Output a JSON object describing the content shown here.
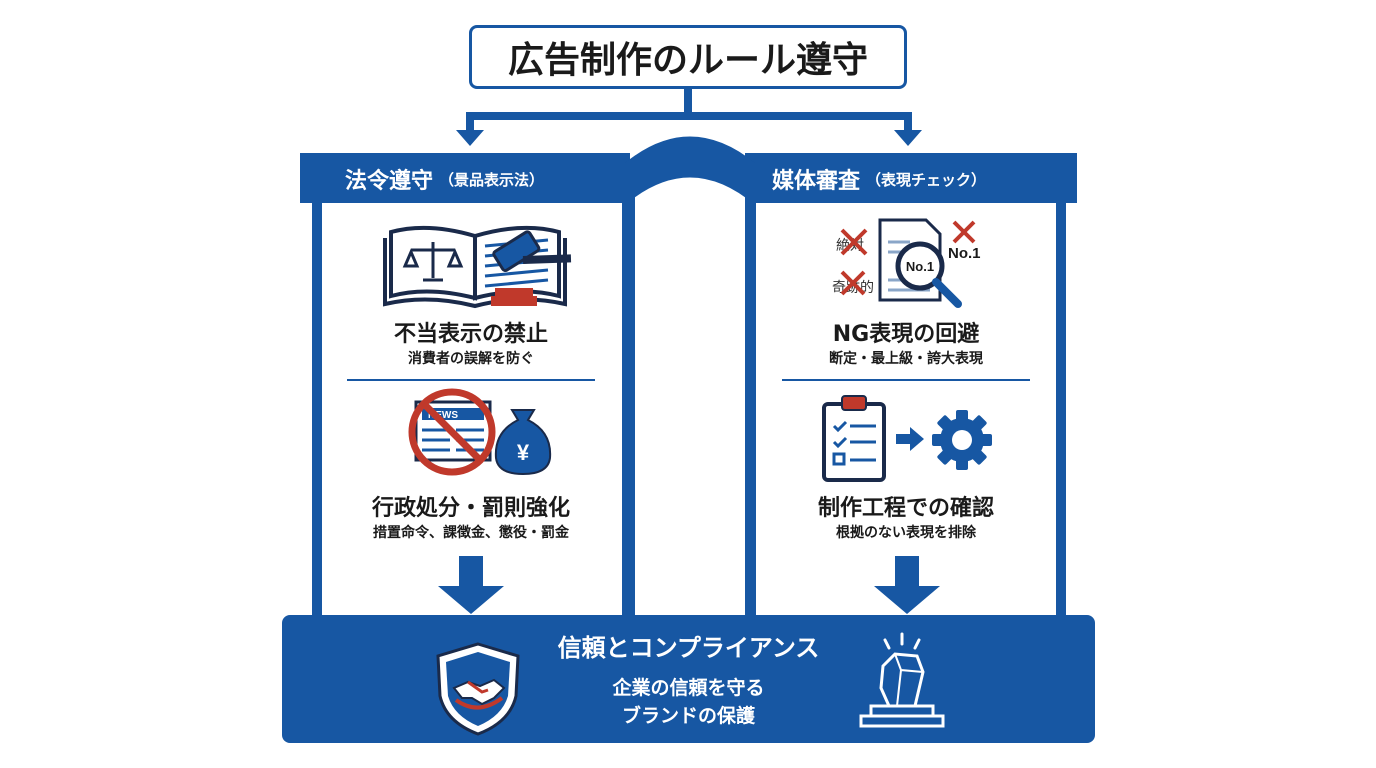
{
  "title": "広告制作のルール遵守",
  "left_panel": {
    "heading": "法令遵守",
    "heading_note": "（景品表示法）",
    "item1": {
      "title": "不当表示の禁止",
      "subtitle": "消費者の誤解を防ぐ",
      "icon": "law-book-gavel-icon"
    },
    "item2": {
      "title": "行政処分・罰則強化",
      "subtitle": "措置命令、課徴金、懲役・罰金",
      "icon": "prohibited-news-moneybag-icon",
      "news_label": "NEWS",
      "yen": "¥"
    }
  },
  "right_panel": {
    "heading": "媒体審査",
    "heading_note": "（表現チェック）",
    "item1": {
      "title": "NG表現の回避",
      "subtitle": "断定・最上級・誇大表現",
      "icon": "document-magnifier-icon",
      "words": [
        "絶対",
        "No.1",
        "奇跡的"
      ],
      "magnifier_label": "No.1"
    },
    "item2": {
      "title": "制作工程での確認",
      "subtitle": "根拠のない表現を排除",
      "icon": "checklist-gear-icon"
    }
  },
  "bottom": {
    "title": "信頼とコンプライアンス",
    "line1": "企業の信頼を守る",
    "line2": "ブランドの保護",
    "left_icon": "handshake-shield-icon",
    "right_icon": "monument-icon"
  },
  "colors": {
    "primary": "#1757a3",
    "accent_red": "#c0392b",
    "text": "#1a1a1a"
  }
}
